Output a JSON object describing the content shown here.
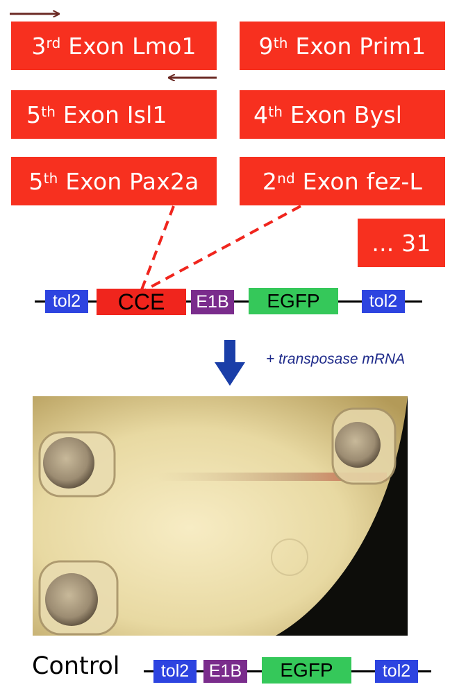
{
  "exons": [
    {
      "num": "3",
      "ord": "rd",
      "rest": " Exon Lmo1"
    },
    {
      "num": "9",
      "ord": "th",
      "rest": " Exon Prim1"
    },
    {
      "num": "5",
      "ord": "th",
      "rest": " Exon Isl1"
    },
    {
      "num": "4",
      "ord": "th",
      "rest": " Exon Bysl"
    },
    {
      "num": "5",
      "ord": "th",
      "rest": " Exon Pax2a"
    },
    {
      "num": "2",
      "ord": "nd",
      "rest": " Exon fez-L"
    }
  ],
  "more_label": "... 31",
  "construct": {
    "tol2_left": "tol2",
    "cce": "CCE",
    "e1b": "E1B",
    "egfp": "EGFP",
    "tol2_right": "tol2"
  },
  "transposase_label": "+ transposase mRNA",
  "control": {
    "label": "Control",
    "tol2_left": "tol2",
    "e1b": "E1B",
    "egfp": "EGFP",
    "tol2_right": "tol2"
  },
  "colors": {
    "exon_red": "#f7301f",
    "tol2_blue": "#2d44e0",
    "cce_red": "#f0251d",
    "e1b_purple": "#7a2c8c",
    "egfp_green": "#35c85a",
    "arrow_blue": "#1a3ea8",
    "primer_brown": "#6b2a24"
  }
}
